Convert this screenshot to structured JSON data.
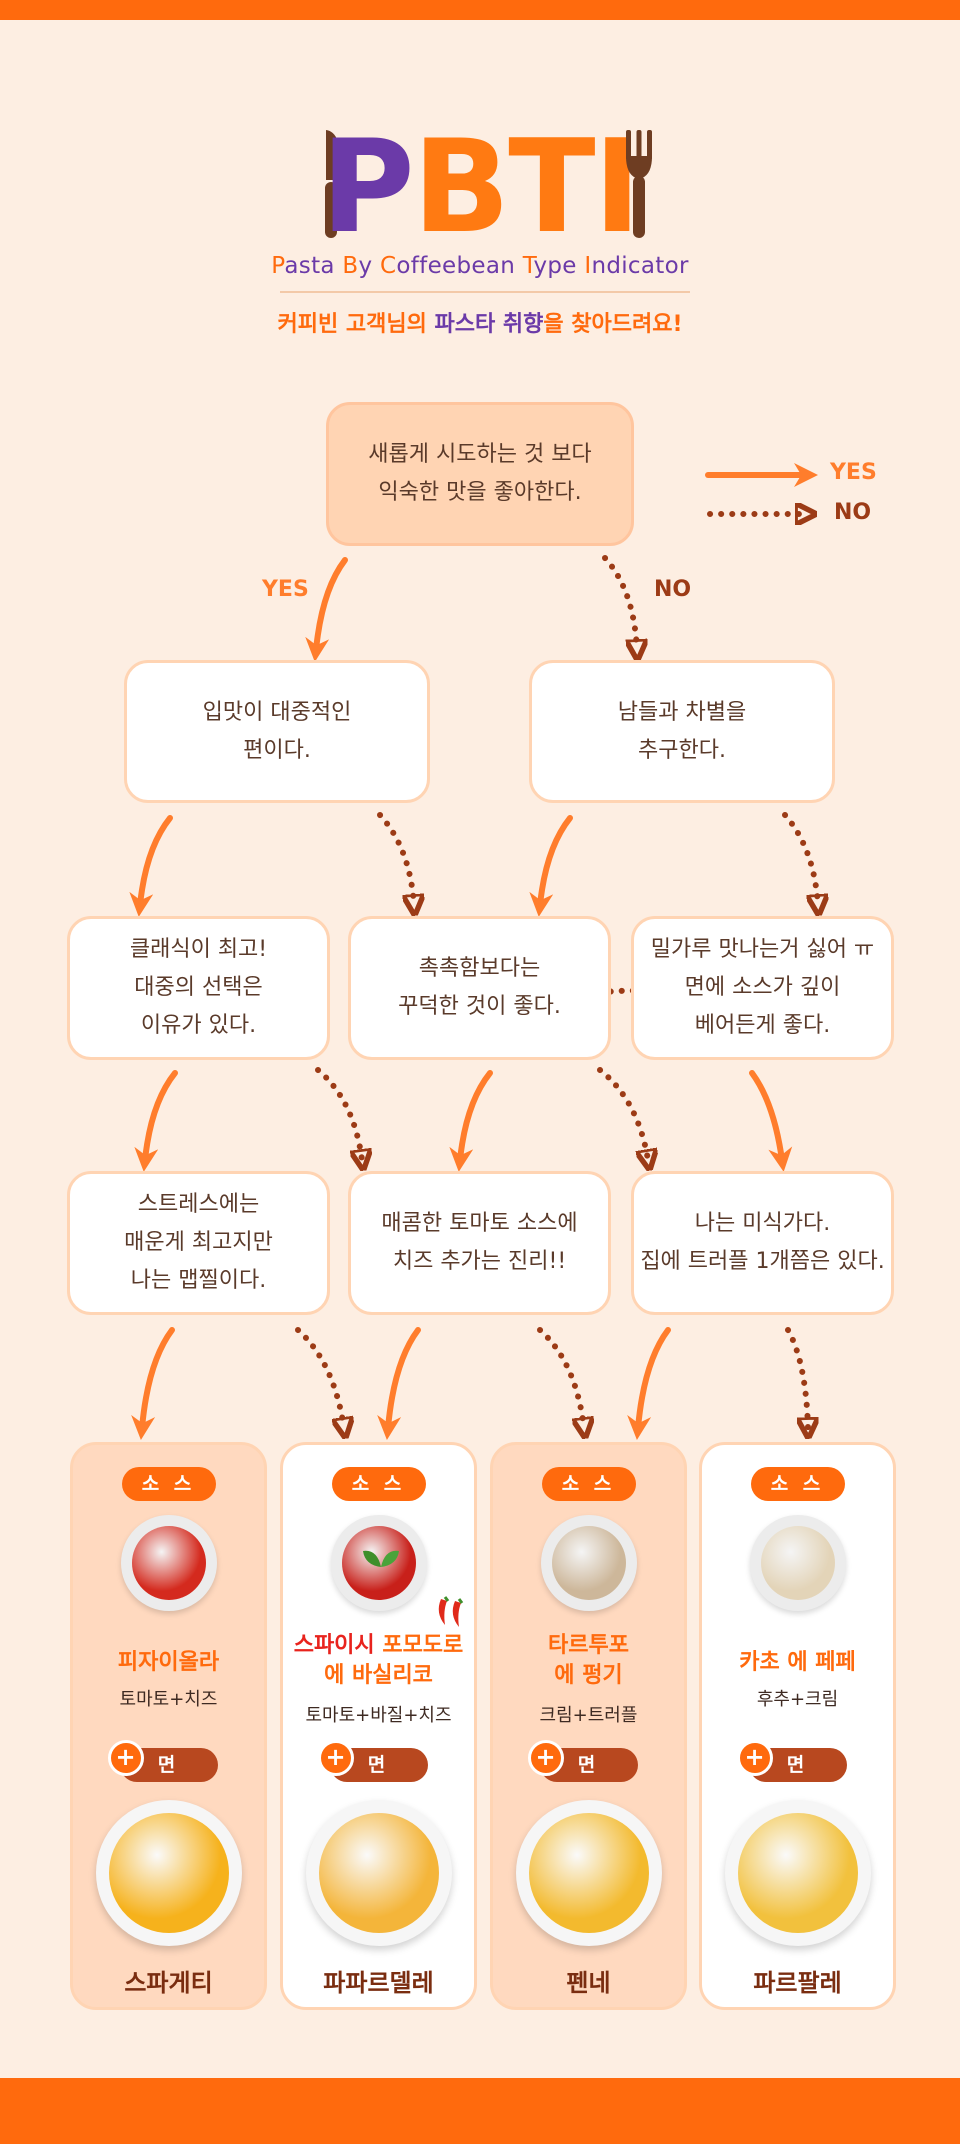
{
  "header": {
    "logo_parts": [
      {
        "text": "P",
        "color": "#6b3aa8"
      },
      {
        "text": "BTI",
        "color": "#ff7a12"
      }
    ],
    "subtitle_parts": [
      {
        "text": "P",
        "cap": true
      },
      {
        "text": "asta ",
        "cap": false
      },
      {
        "text": "B",
        "cap": true
      },
      {
        "text": "y ",
        "cap": false
      },
      {
        "text": "C",
        "cap": true
      },
      {
        "text": "offeebean ",
        "cap": false
      },
      {
        "text": "T",
        "cap": true
      },
      {
        "text": "ype ",
        "cap": false
      },
      {
        "text": "I",
        "cap": true
      },
      {
        "text": "ndicator",
        "cap": false
      }
    ],
    "tagline_parts": [
      {
        "text": "커피빈 고객님의 ",
        "hl": false
      },
      {
        "text": "파스타 취향",
        "hl": true
      },
      {
        "text": "을 찾아드려요!",
        "hl": false
      }
    ]
  },
  "legend": {
    "yes_label": "YES",
    "no_label": "NO"
  },
  "flow": {
    "start": "새롭게 시도하는 것 보다\n익숙한 맛을 좋아한다.",
    "branch_yes": "YES",
    "branch_no": "NO",
    "level1": [
      "입맛이 대중적인\n편이다.",
      "남들과 차별을\n추구한다."
    ],
    "level2": [
      "클래식이 최고!\n대중의 선택은\n이유가 있다.",
      "촉촉함보다는\n꾸덕한 것이 좋다.",
      "밀가루 맛나는거 싫어 ㅠ\n면에 소스가 깊이\n베어든게 좋다."
    ],
    "level3": [
      "스트레스에는\n매운게 최고지만\n나는 맵찔이다.",
      "매콤한 토마토 소스에\n치즈 추가는 진리!!",
      "나는 미식가다.\n집에 트러플 1개쯤은 있다."
    ]
  },
  "results": [
    {
      "sauce_tag": "소 스",
      "sauce_parts": [
        {
          "text": "피자이올라",
          "red": false
        }
      ],
      "ingredients": "토마토+치즈",
      "noodle_tag": "면",
      "plus": "+",
      "pasta": "스파게티",
      "sauce_color": "#d42a1e",
      "pasta_color": "#f6b21c",
      "tinted": true
    },
    {
      "sauce_tag": "소 스",
      "sauce_parts": [
        {
          "text": "스파이시 ",
          "red": true
        },
        {
          "text": "포모도로\n에 바실리코",
          "red": false
        }
      ],
      "ingredients": "토마토+바질+치즈",
      "noodle_tag": "면",
      "plus": "+",
      "pasta": "파파르델레",
      "sauce_color": "#c8201a",
      "pasta_color": "#f4b53a",
      "tinted": false
    },
    {
      "sauce_tag": "소 스",
      "sauce_parts": [
        {
          "text": "타르투포\n에 펑기",
          "red": false
        }
      ],
      "ingredients": "크림+트러플",
      "noodle_tag": "면",
      "plus": "+",
      "pasta": "펜네",
      "sauce_color": "#cdb79a",
      "pasta_color": "#f3ba2e",
      "tinted": true
    },
    {
      "sauce_tag": "소 스",
      "sauce_parts": [
        {
          "text": "카초 에 페페",
          "red": false
        }
      ],
      "ingredients": "후추+크림",
      "noodle_tag": "면",
      "plus": "+",
      "pasta": "파르팔레",
      "sauce_color": "#e3d4b8",
      "pasta_color": "#f2c13d",
      "tinted": false
    }
  ],
  "colors": {
    "accent": "#ff6a0d",
    "purple": "#6b3aa8",
    "yes_arrow": "#ff7d2c",
    "no_arrow": "#9c3b16",
    "background": "#fdeee2"
  }
}
